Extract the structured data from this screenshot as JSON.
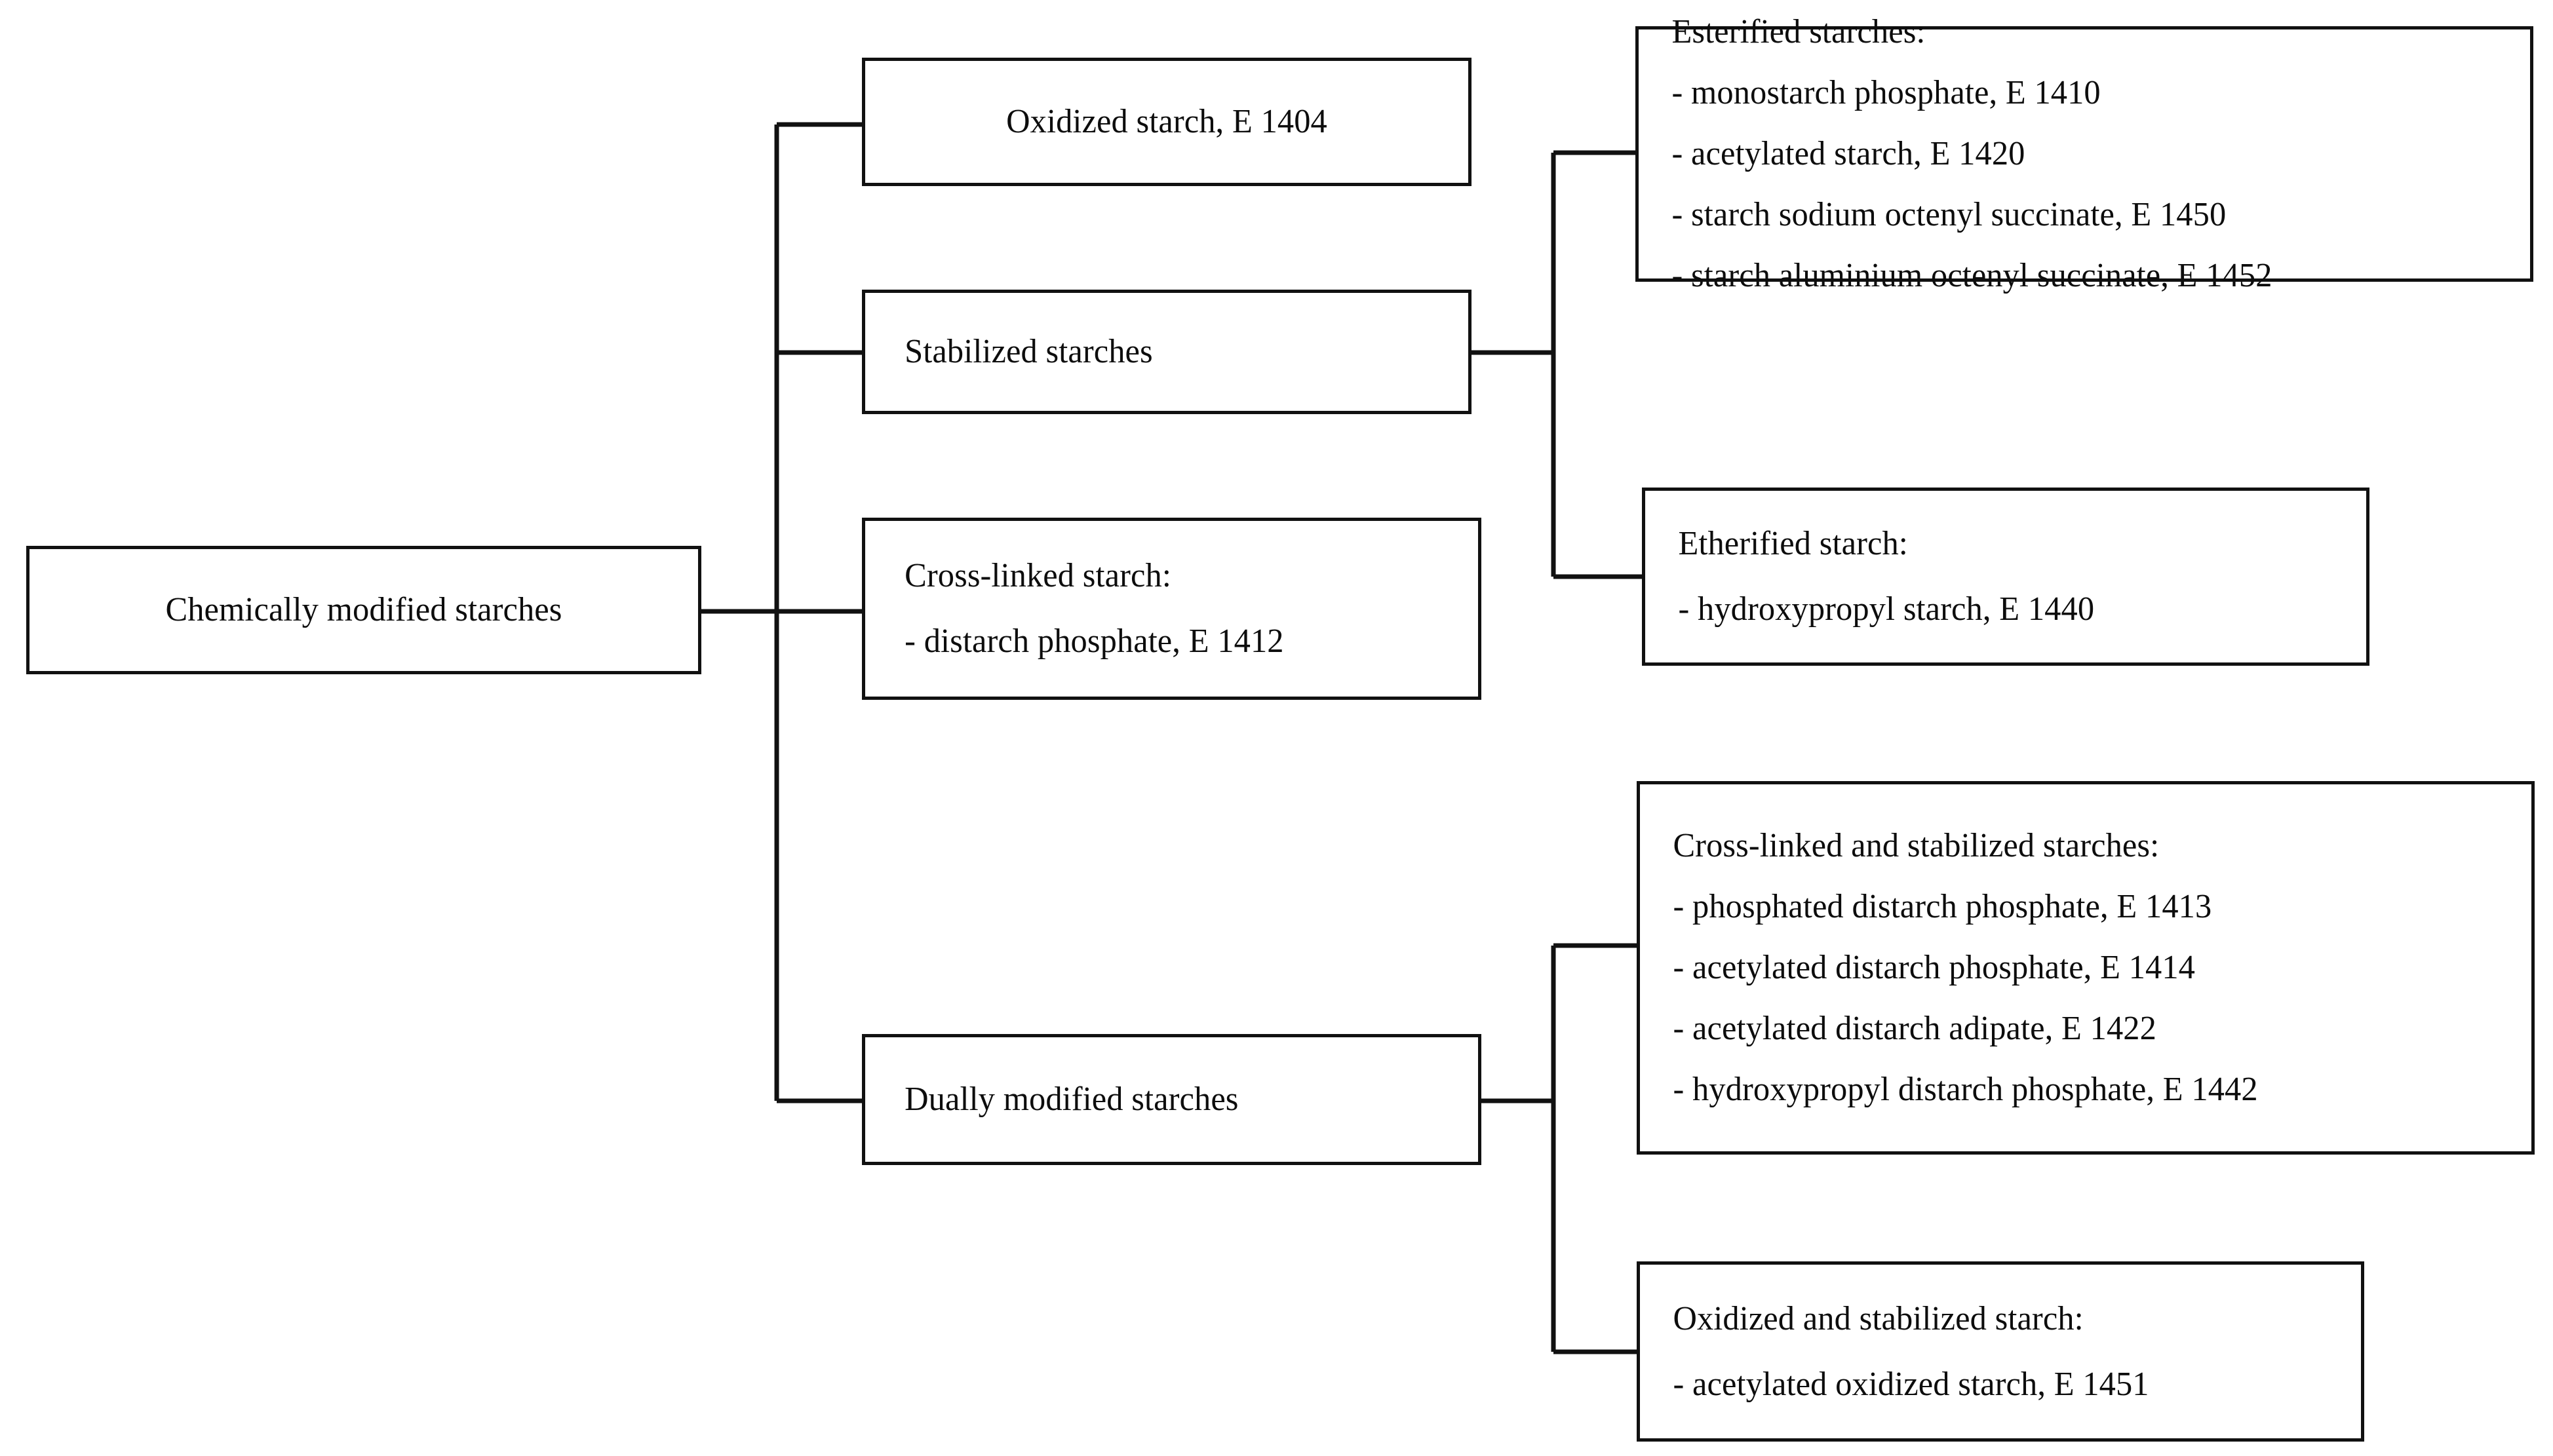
{
  "diagram": {
    "title_node": "Chemically modified starches",
    "line_color": "#111111",
    "text_color": "#0d0d0d",
    "background": "#ffffff"
  },
  "nodes": {
    "root": {
      "label": "Chemically modified starches"
    },
    "oxidized": {
      "label": "Oxidized starch, E 1404"
    },
    "stabilized": {
      "label": "Stabilized starches"
    },
    "crosslinked": {
      "heading": "Cross-linked starch:",
      "items": [
        "- distarch phosphate, E 1412"
      ]
    },
    "dually": {
      "label": "Dually modified starches"
    },
    "esterified": {
      "heading": "Esterified starches:",
      "items": [
        "- monostarch phosphate, E 1410",
        "- acetylated starch, E 1420",
        "- starch sodium octenyl succinate, E 1450",
        "- starch aluminium octenyl succinate, E 1452"
      ]
    },
    "etherified": {
      "heading": "Etherified starch:",
      "items": [
        "- hydroxypropyl starch, E 1440"
      ]
    },
    "crosslinked_stabilized": {
      "heading": "Cross-linked and stabilized starches:",
      "items": [
        "- phosphated distarch phosphate, E 1413",
        "- acetylated distarch phosphate, E 1414",
        "- acetylated distarch adipate, E 1422",
        "- hydroxypropyl distarch phosphate, E 1442"
      ]
    },
    "oxidized_stabilized": {
      "heading": "Oxidized and stabilized starch:",
      "items": [
        "- acetylated oxidized starch, E 1451"
      ]
    }
  }
}
